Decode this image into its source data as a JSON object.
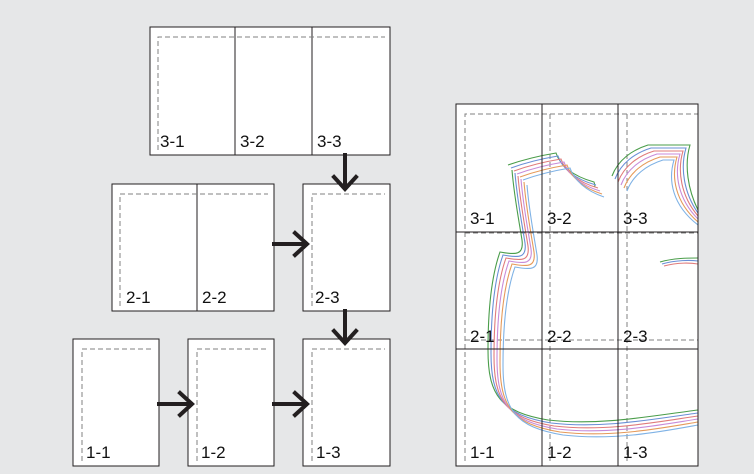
{
  "colors": {
    "background": "#e6e7e8",
    "page_fill": "#ffffff",
    "page_border": "#231f20",
    "dash": "#808080",
    "arrow": "#231f20",
    "pattern_lines": [
      "#4a9d4a",
      "#6a8fd6",
      "#e07b7b",
      "#c88bd8",
      "#e59a5a",
      "#7fb2e5"
    ]
  },
  "flow_pages": {
    "row3": [
      "3-1",
      "3-2",
      "3-3"
    ],
    "row2": [
      "2-1",
      "2-2",
      "2-3"
    ],
    "row1": [
      "1-1",
      "1-2",
      "1-3"
    ]
  },
  "grid_labels": [
    [
      "3-1",
      "3-2",
      "3-3"
    ],
    [
      "2-1",
      "2-2",
      "2-3"
    ],
    [
      "1-1",
      "1-2",
      "1-3"
    ]
  ],
  "icons": [
    "arrow-down-icon",
    "arrow-right-icon"
  ]
}
